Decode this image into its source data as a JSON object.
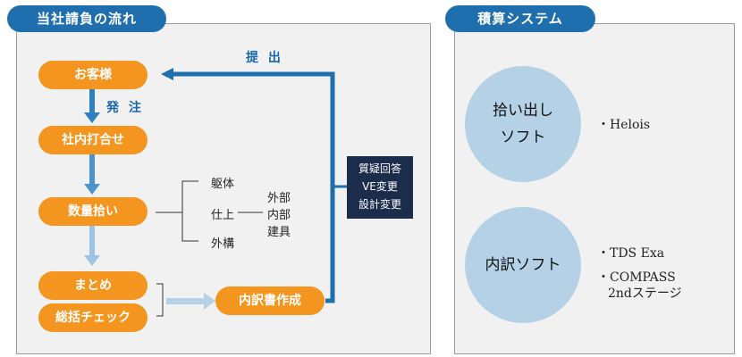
{
  "left_panel": {
    "title": "当社請負の流れ",
    "steps": [
      "お客様",
      "社内打合せ",
      "数量拾い",
      "まとめ",
      "総括チェック",
      "内訳書作成"
    ],
    "label_order": "発 注",
    "label_submit": "提 出",
    "breakdown": [
      "躯体",
      "仕上",
      "外構"
    ],
    "finish_sub": [
      "外部",
      "内部",
      "建具"
    ],
    "revisions": [
      "質疑回答",
      "VE変更",
      "設計変更"
    ]
  },
  "right_panel": {
    "title": "積算システム",
    "circles": [
      {
        "lines": [
          "拾い出し",
          "ソフト"
        ],
        "items": [
          "・Helois"
        ]
      },
      {
        "lines": [
          "内訳ソフト"
        ],
        "items": [
          "・TDS Exa",
          "・COMPASS",
          "2ndステージ"
        ]
      }
    ]
  },
  "colors": {
    "navy": "#1b2c4c",
    "orange": "#f3951f",
    "blue": "#1f6fae",
    "light_blue": "#b4d1e6",
    "arrow": "#2f7fc1"
  }
}
